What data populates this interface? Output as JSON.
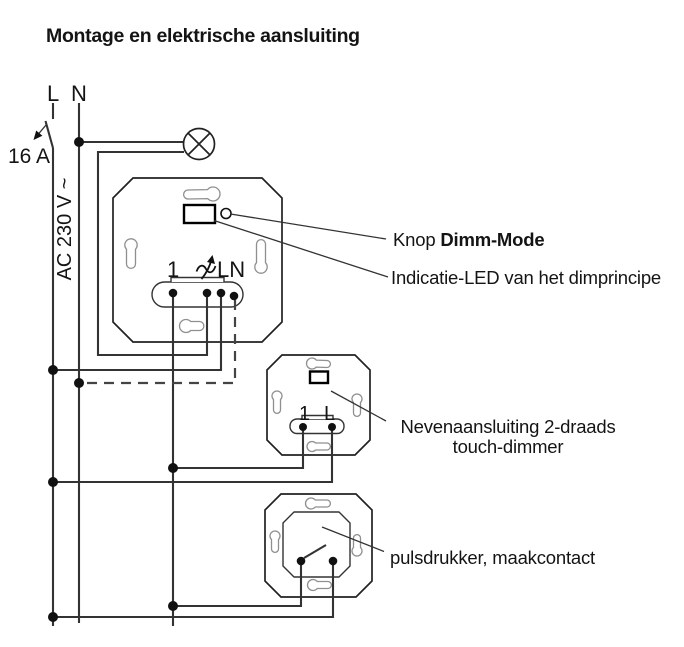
{
  "title": "Montage en elektrische aansluiting",
  "power": {
    "phase_label": "L",
    "neutral_label": "N",
    "breaker_rating": "16 A",
    "supply_voltage": "AC 230 V ~"
  },
  "main_dimmer": {
    "terminal_left": "1",
    "terminal_right": "LN",
    "button_label_prefix": "Knop",
    "button_label_bold": "Dimm-Mode",
    "led_label": "Indicatie-LED van het dimprincipe"
  },
  "aux_dimmer": {
    "terminal_left": "1",
    "terminal_right": "L",
    "label_line1": "Nevenaansluiting 2-draads",
    "label_line2": "touch-dimmer"
  },
  "push_button": {
    "label": "pulsdrukker, maakcontact"
  },
  "icons": {
    "lamp": "circle-with-diagonal-cross",
    "breaker": "switch-blade-with-arrow",
    "dimmed_output": "wave-with-up-arrow",
    "dimm_mode_button": "small-circle",
    "led_indicator": "small-rectangle",
    "junction": "filled-dot",
    "mounting_slot": "keyhole-bone"
  },
  "colors": {
    "background": "#ffffff",
    "line": "#333333",
    "text": "#141414",
    "keyhole_outline": "#8f8f8f"
  }
}
